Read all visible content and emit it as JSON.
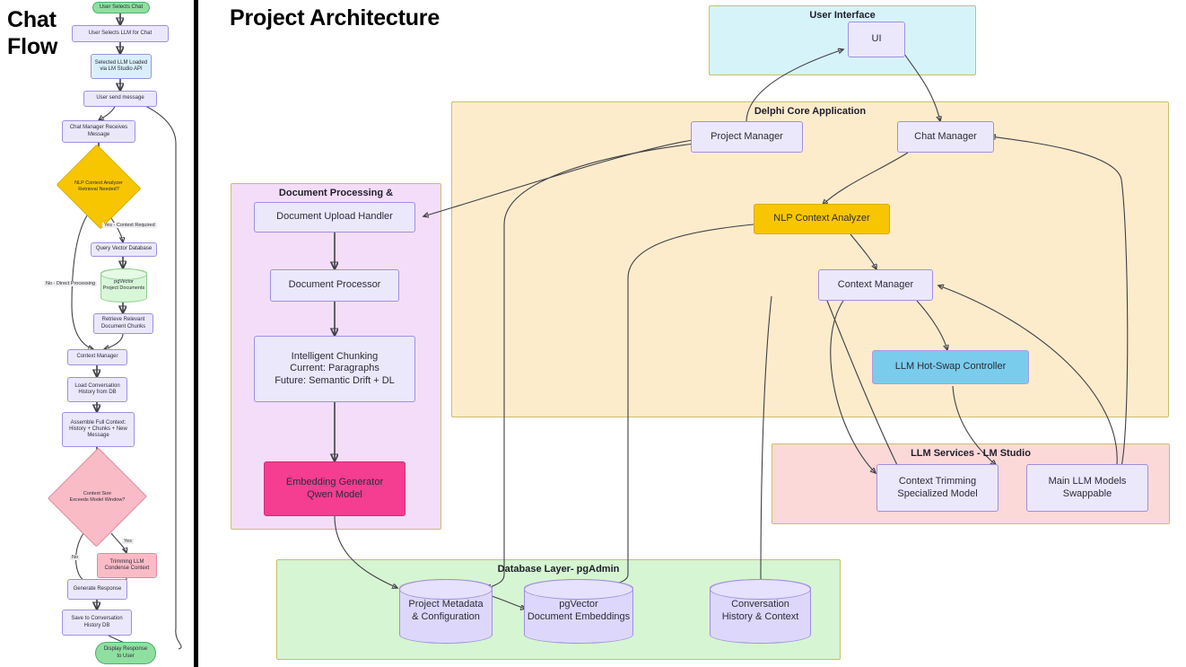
{
  "panels": {
    "chat_flow": {
      "title": "Chat\nFlow",
      "nodes": {
        "start": "User Selects Chat",
        "select_llm": "User Selects LLM for Chat",
        "llm_loaded": "Selected LLM Loaded\nvia LM Studio API",
        "send_message": "User send message",
        "chat_manager_receives": "Chat Manager Receives\nMessage",
        "decision_retrieval": "NLP Context Analyzer\nRetrieval Needed?",
        "query_vector_db": "Query Vector Database",
        "pgvector": "pgVector\nProject Documents",
        "retrieve_chunks": "Retrieve Relevant\nDocument Chunks",
        "context_manager": "Context Manager",
        "load_history": "Load Conversation\nHistory from DB",
        "assemble_context": "Assemble Full Context:\nHistory + Chunks + New\nMessage",
        "decision_context_size": "Context Size\nExceeds Model Window?",
        "trimming_llm": "Trimming LLM\nCondense Context",
        "generate_response": "Generate Response",
        "save_history": "Save to Conversation\nHistory DB",
        "display_response": "Display Response\nto User"
      },
      "edge_labels": {
        "yes_context_required": "Yes - Context Required",
        "no_direct_processing": "No - Direct Processing",
        "yes": "Yes",
        "no": "No"
      }
    },
    "architecture": {
      "title": "Project Architecture",
      "clusters": {
        "user_interface": "User Interface",
        "delphi_core": "Delphi Core Application",
        "document_processing": "Document Processing &",
        "llm_services": "LLM Services - LM Studio",
        "database_layer": "Database Layer- pgAdmin"
      },
      "nodes": {
        "ui": "UI",
        "project_manager": "Project Manager",
        "chat_manager": "Chat Manager",
        "nlp_context_analyzer": "NLP Context Analyzer",
        "context_manager": "Context Manager",
        "llm_hot_swap": "LLM Hot-Swap Controller",
        "doc_upload_handler": "Document Upload Handler",
        "doc_processor": "Document Processor",
        "intelligent_chunking": "Intelligent Chunking\nCurrent: Paragraphs\nFuture: Semantic Drift + DL",
        "embedding_generator": "Embedding Generator\nQwen Model",
        "context_trimming": "Context Trimming\nSpecialized Model",
        "main_llm_models": "Main LLM Models\nSwappable",
        "db_project_metadata": "Project Metadata\n& Configuration",
        "db_pgvector": "pgVector\nDocument Embeddings",
        "db_conversation": "Conversation\nHistory & Context"
      }
    }
  },
  "colors": {
    "node_lavender": "#ece8fb",
    "node_lightblue": "#d9f0fb",
    "node_green": "#8fe0a0",
    "node_yellow": "#f7c600",
    "node_pink": "#f9bcc7",
    "node_hotpink": "#f53d92",
    "node_cyan": "#79cceb",
    "cluster_ui": "#d7f3fa",
    "cluster_core": "#fdeccc",
    "cluster_doc": "#f4ddf8",
    "cluster_llm": "#fbd9d9",
    "cluster_db": "#d6f5d2",
    "stroke_node": "#9f8fe0",
    "stroke_cluster": "#c9bf6e",
    "edge": "#3f3f46",
    "divider": "#000000"
  }
}
